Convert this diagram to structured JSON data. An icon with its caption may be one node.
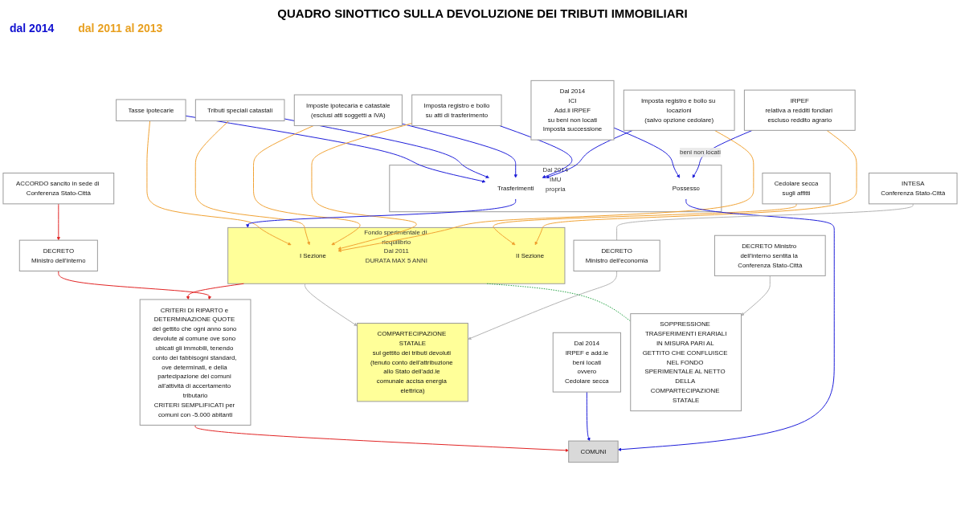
{
  "diagram": {
    "title": "QUADRO SINOTTICO SULLA DEVOLUZIONE DEI TRIBUTI IMMOBILIARI",
    "nodes": [
      {
        "text": [
          "Imposta registro e bollo su locazioni",
          "(salvo opzione cedolare)"
        ]
      },
      {
        "text": [
          "Imposta registro e bollo",
          "su atti di trasferimento"
        ]
      },
      {
        "text": [
          "Imposte ipotecaria e catastale",
          "(esclusi atti soggetti a IVA)"
        ]
      },
      {
        "text": [
          "Tributi speciali catastali"
        ]
      },
      {
        "text": [
          "Tasse ipotecarie"
        ]
      },
      {
        "text": [
          "IRPEF",
          "relativa a redditi fondiari escluso reddito agrario"
        ]
      },
      {
        "text": [
          "Cedolare secca",
          "sugli affitti"
        ]
      },
      {
        "text": [
          "Dal 2014",
          "IMU",
          "propria"
        ]
      },
      {
        "text": [
          "Trasferimenti"
        ],
        "in": 7
      },
      {
        "text": [
          "Possesso"
        ],
        "in": 7
      },
      {
        "text": [
          "Dal 2014",
          "ICI",
          "Add.li IRPEF",
          "su beni non locati",
          "Imposta successione"
        ]
      },
      {
        "text": [
          "Dal 2014",
          "IRPEF e add.le",
          "beni locati",
          "ovvero",
          "Cedolare secca"
        ]
      },
      {
        "text": [
          "COMPARTECIPAZIONE STATALE",
          "sul gettito dei tributi devoluti (tenuto conto dell'attribuzione allo Stato dell'add.le comunale accisa energia elettrica)"
        ]
      },
      {
        "text": [
          "Fondo sperimentale di riequilibrio",
          "Dal 2011",
          "DURATA MAX 5 ANNI"
        ]
      },
      {
        "text": [
          "I Sezione"
        ],
        "in": 13
      },
      {
        "text": [
          "II Sezione"
        ],
        "in": 13
      },
      {
        "text": [
          "DECRETO",
          "Ministro dell'economia"
        ]
      },
      {
        "text": [
          "INTESA",
          "Conferenza Stato-Città"
        ]
      },
      {
        "text": [
          "ACCORDO sancito in sede di Conferenza Stato-Città"
        ]
      },
      {
        "text": [
          "DECRETO",
          "Ministro dell'interno"
        ]
      },
      {
        "text": [
          "CRITERI DI RIPARTO e DETERMINAZIONE QUOTE del gettito che ogni anno sono devolute al comune ove sono ubicati gli immobili, tenendo conto dei fabbisogni standard, ove determinati, e della partecipazione dei comuni all'attività di accertamento tributario",
          "CRITERI SEMPLIFICATI per comuni con -5.000 abitanti"
        ]
      },
      {
        "text": [
          "SOPPRESSIONE TRASFERIMENTI ERARIALI",
          "IN MISURA PARI AL GETTITO CHE CONFLUISCE NEL FONDO SPERIMENTALE AL NETTO DELLA COMPARTECIPAZIONE STATALE"
        ]
      },
      {
        "text": [
          "DECRETO Ministro dell'interno sentita la Conferenza Stato-Città"
        ]
      },
      {
        "text": [
          "COMUNI"
        ]
      }
    ],
    "edges": [
      {
        "from": 0,
        "to": 8,
        "arrow": "to"
      },
      {
        "from": 1,
        "to": 8,
        "arrow": "to"
      },
      {
        "from": 2,
        "to": 8,
        "arrow": "to"
      },
      {
        "from": 3,
        "to": 8,
        "arrow": "to"
      },
      {
        "from": 4,
        "to": 8,
        "arrow": "to"
      },
      {
        "from": 5,
        "to": 9,
        "arrow": "to",
        "label": "beni non locati"
      },
      {
        "from": 10,
        "to": 9,
        "arrow": "to"
      },
      {
        "from": 0,
        "to": 14,
        "arrow": "to",
        "color": "#f0a030"
      },
      {
        "from": 1,
        "to": 14,
        "arrow": "to",
        "color": "#f0a030"
      },
      {
        "from": 2,
        "to": 14,
        "arrow": "to",
        "color": "#f0a030"
      },
      {
        "from": 3,
        "to": 14,
        "arrow": "to",
        "color": "#f0a030"
      },
      {
        "from": 4,
        "to": 14,
        "arrow": "to",
        "color": "#f0a030"
      },
      {
        "from": 5,
        "to": 15,
        "arrow": "to",
        "color": "#f0a030"
      },
      {
        "from": 6,
        "to": 15,
        "arrow": "to",
        "color": "#f0a030"
      },
      {
        "from": 8,
        "to": 13,
        "arrow": "to"
      },
      {
        "from": 9,
        "to": 23,
        "arrow": "to"
      },
      {
        "from": 11,
        "to": 23,
        "arrow": "to"
      },
      {
        "from": 13,
        "to": 12,
        "arrow": "to",
        "color": "#b0b0b0"
      },
      {
        "from": 16,
        "to": 12,
        "arrow": "to",
        "color": "#b0b0b0"
      },
      {
        "from": 17,
        "to": 16,
        "arrow": "none",
        "color": "#b0b0b0"
      },
      {
        "from": 13,
        "to": 20,
        "arrow": "to",
        "color": "#e02020"
      },
      {
        "from": 18,
        "to": 19,
        "arrow": "to",
        "color": "#e02020"
      },
      {
        "from": 19,
        "to": 20,
        "arrow": "to",
        "color": "#e02020"
      },
      {
        "from": 20,
        "to": 23,
        "arrow": "to",
        "color": "#e02020"
      },
      {
        "from": 13,
        "to": 21,
        "arrow": "none",
        "style": "dashed",
        "color": "#20a040"
      },
      {
        "from": 22,
        "to": 21,
        "arrow": "to",
        "color": "#b0b0b0"
      }
    ],
    "labels": [
      "dal 2014",
      "dal 2011 al 2013"
    ]
  }
}
